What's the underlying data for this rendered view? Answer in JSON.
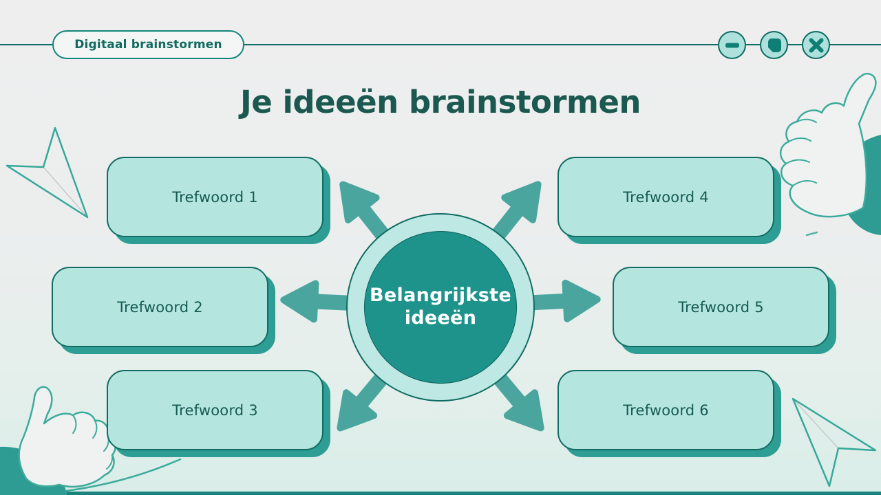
{
  "chrome": {
    "tab_label": "Digitaal brainstormen",
    "controls": [
      {
        "name": "minimize"
      },
      {
        "name": "maximize"
      },
      {
        "name": "close"
      }
    ]
  },
  "slide": {
    "title": "Je ideeën brainstormen",
    "center": {
      "line1": "Belangrijkste",
      "line2": "ideeën"
    },
    "nodes": [
      {
        "label": "Trefwoord 1"
      },
      {
        "label": "Trefwoord 2"
      },
      {
        "label": "Trefwoord 3"
      },
      {
        "label": "Trefwoord 4"
      },
      {
        "label": "Trefwoord 5"
      },
      {
        "label": "Trefwoord 6"
      }
    ]
  },
  "colors": {
    "background_top": "#EEEEEF",
    "background_bottom": "#D9EDE8",
    "accent_dark_teal": "#116B62",
    "arrow_teal": "#4BA59F",
    "node_fill": "#B5E5DF",
    "node_shadow": "#2E9E95",
    "hub_ring": "#BDE8E3",
    "hub_fill": "#1E938C",
    "title_text": "#1B584F",
    "bottom_bar": "#1A837C",
    "sleeve_fill": "#2F9C93",
    "outline_illustration": "#3CAB9C"
  }
}
